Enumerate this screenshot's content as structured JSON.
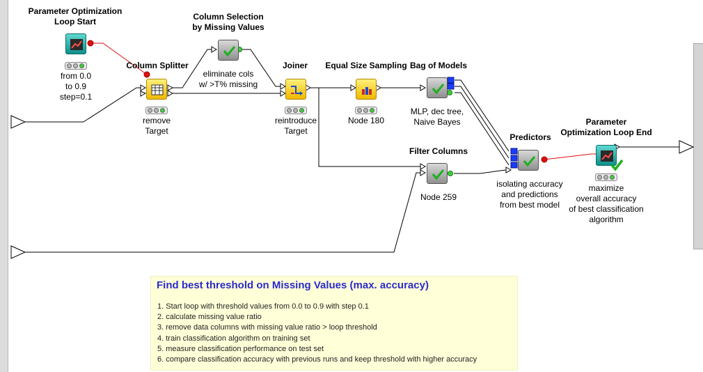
{
  "colors": {
    "note_title": "#2a2acc",
    "note_bg": "#ffffd8",
    "wire": "#000000",
    "loop_wire": "#e01010",
    "status_ok": "#3ad13a"
  },
  "nodes": {
    "loop_start": {
      "title": [
        "Parameter Optimization",
        "Loop Start"
      ],
      "caption": [
        "from 0.0",
        "to 0.9",
        "step=0.1"
      ],
      "icon": "loop-start-icon"
    },
    "column_splitter": {
      "title": "Column Splitter",
      "caption": [
        "remove",
        "Target"
      ],
      "icon": "column-splitter-icon"
    },
    "column_selection": {
      "title": [
        "Column Selection",
        "by Missing Values"
      ],
      "caption": [
        "eliminate cols",
        "w/ >T% missing"
      ],
      "icon": "checkmark-icon"
    },
    "joiner": {
      "title": "Joiner",
      "caption": [
        "reintroduce",
        "Target"
      ],
      "icon": "joiner-icon"
    },
    "equal_size_sampling": {
      "title": "Equal Size Sampling",
      "caption": [
        "Node 180"
      ],
      "icon": "sampling-icon"
    },
    "bag_of_models": {
      "title": "Bag of Models",
      "caption": [
        "MLP, dec tree,",
        "Naive Bayes"
      ],
      "icon": "checkmark-icon"
    },
    "filter_columns": {
      "title": "Filter Columns",
      "caption": [
        "Node 259"
      ],
      "icon": "checkmark-icon"
    },
    "predictors": {
      "title": "Predictors",
      "caption": [
        "isolating accuracy",
        "and predictions",
        "from best model"
      ],
      "icon": "checkmark-icon"
    },
    "loop_end": {
      "title": [
        "Parameter",
        "Optimization Loop End"
      ],
      "caption": [
        "maximize",
        "overall accuracy",
        "of best classification",
        "algorithm"
      ],
      "icon": "loop-end-icon"
    }
  },
  "note": {
    "title": "Find  best threshold on Missing Values (max. accuracy)",
    "lines": [
      "1. Start loop with threshold values from 0.0 to 0.9 with step 0.1",
      "2. calculate missing value ratio",
      "3. remove data columns with missing value ratio > loop threshold",
      "4. train classification algorithm on training set",
      "5. measure classification performance on test set",
      "6. compare classification accuracy with previous runs and keep threshold with higher accuracy"
    ]
  }
}
